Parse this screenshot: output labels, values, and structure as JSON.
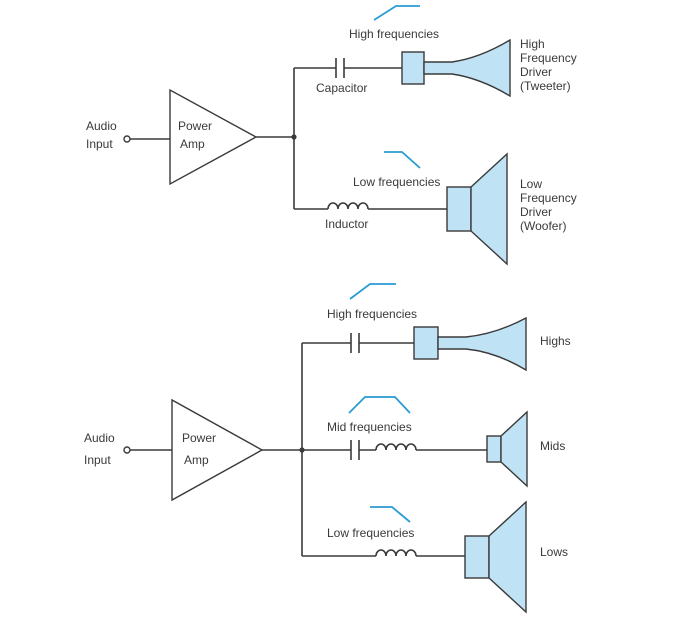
{
  "diagram1": {
    "input_label_line1": "Audio",
    "input_label_line2": "Input",
    "amp_label_line1": "Power",
    "amp_label_line2": "Amp",
    "high_freq_label": "High frequencies",
    "capacitor_label": "Capacitor",
    "tweeter_label_lines": [
      "High",
      "Frequency",
      "Driver",
      "(Tweeter)"
    ],
    "low_freq_label": "Low frequencies",
    "inductor_label": "Inductor",
    "woofer_label_lines": [
      "Low",
      "Frequency",
      "Driver",
      "(Woofer)"
    ]
  },
  "diagram2": {
    "input_label_line1": "Audio",
    "input_label_line2": "Input",
    "amp_label_line1": "Power",
    "amp_label_line2": "Amp",
    "high_freq_label": "High frequencies",
    "highs_label": "Highs",
    "mid_freq_label": "Mid frequencies",
    "mids_label": "Mids",
    "low_freq_label": "Low frequencies",
    "lows_label": "Lows"
  },
  "colors": {
    "speaker_fill": "#bfe3f5",
    "filter_curve": "#2a9bd3",
    "line": "#3a3a3a"
  },
  "icons": [
    "amplifier-triangle-icon",
    "capacitor-icon",
    "inductor-icon",
    "speaker-icon",
    "highpass-curve-icon",
    "lowpass-curve-icon",
    "bandpass-curve-icon"
  ]
}
